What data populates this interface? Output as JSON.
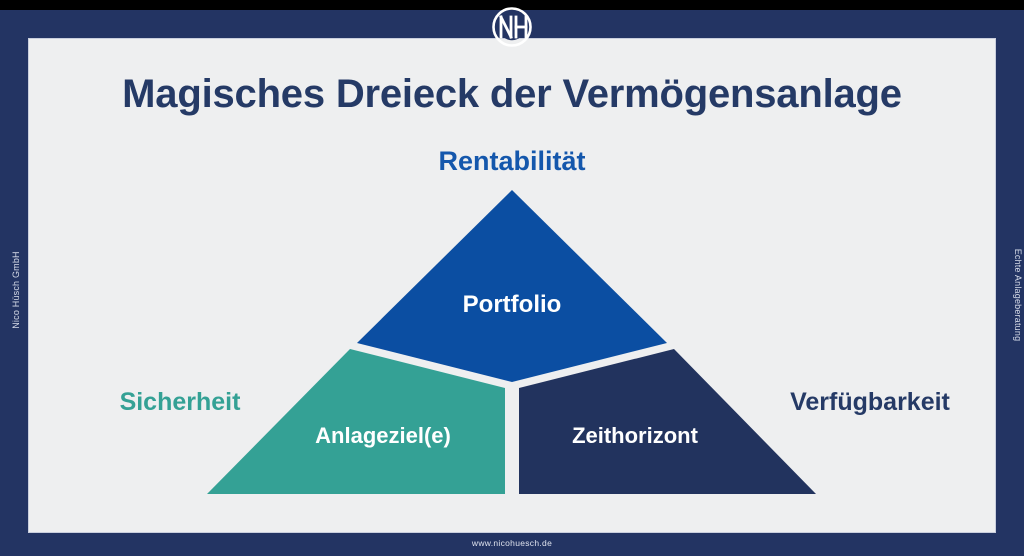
{
  "slide": {
    "title": "Magisches Dreieck der Vermögensanlage",
    "background_color": "#233463",
    "panel_color": "#eeeff0",
    "title_color": "#253a66"
  },
  "logo": {
    "name": "nh-monogram-logo",
    "letters": "NH",
    "color": "#ffffff"
  },
  "corner_labels": {
    "top": "Rentabilität",
    "top_color": "#1457ac",
    "left": "Sicherheit",
    "left_color": "#34a195",
    "right": "Verfügbarkeit",
    "right_color": "#253a66"
  },
  "segments": [
    {
      "id": "top",
      "label": "Portfolio",
      "color": "#0b4ea2",
      "text_color": "#ffffff"
    },
    {
      "id": "left",
      "label": "Anlageziel(e)",
      "color": "#34a195",
      "text_color": "#ffffff"
    },
    {
      "id": "right",
      "label": "Zeithorizont",
      "color": "#22335e",
      "text_color": "#ffffff"
    }
  ],
  "side_text": {
    "left": "Nico Hüsch GmbH",
    "right": "Echte Anlageberatung"
  },
  "footer": {
    "url": "www.nicohuesch.de"
  }
}
